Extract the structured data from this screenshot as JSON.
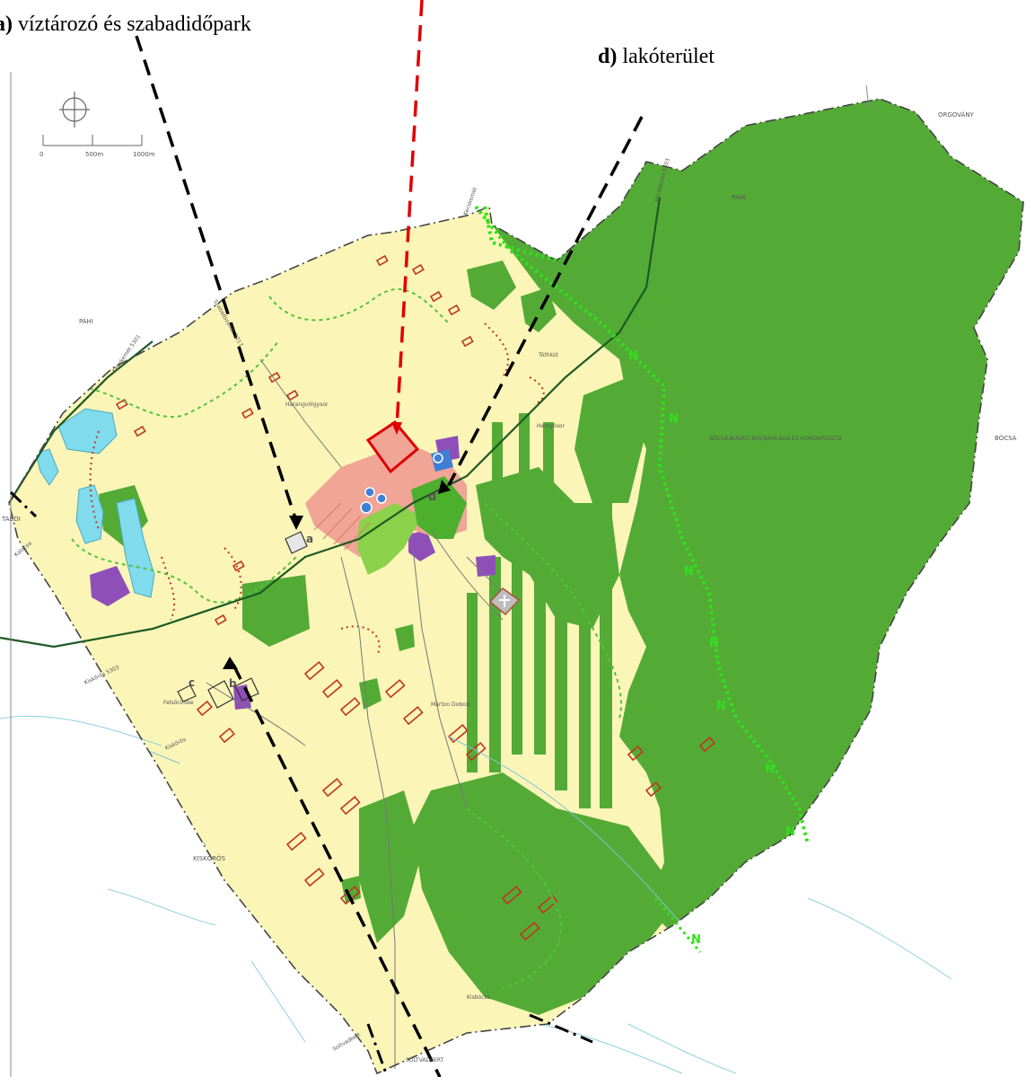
{
  "callouts": {
    "a": {
      "letter": "a)",
      "text": " víztározó és szabadidőpark"
    },
    "d": {
      "letter": "d)",
      "text": " lakóterület"
    }
  },
  "scale_bar": {
    "ticks": [
      "0",
      "500m",
      "1000m"
    ]
  },
  "neighbours": {
    "orgovany": "ORGOVÁNY",
    "pahi_ne": "PÁHI",
    "pahi_w": "PÁHI",
    "bocsa": "BÓCSA",
    "kiskoros": "KISKŐRÖS",
    "soltvadkert": "SOLTVADKERT",
    "tabdi": "TABDI"
  },
  "places": {
    "tothkut": "Tóthkút",
    "kerekbokor": "Harangvölgysor",
    "hemusor": "Hernyósor",
    "martondobozi": "Márton Dobozi",
    "felsocimbe": "Felsőcimbe",
    "kisbocsa": "Kisbócsa",
    "protected_area": "BÓCSA-BUGACI BUCKAVILÁGA ÉS HOMOKPUSZTA"
  },
  "roads": {
    "kecskemet_ne": "Kecskemét 5303",
    "kecskemet_nw": "Kecskemét 5301",
    "kecskemet_n": "Kecskemét",
    "szabadszallas": "Szabadszállás 5217",
    "kiskoros_5303": "Kiskőrös 5303",
    "kiskoros_sw": "Kiskőrös",
    "kalocsa": "Kalocsa",
    "soltvadkert": "Soltvadkert"
  },
  "markers": {
    "a": "a",
    "b": "b",
    "c": "c",
    "d": "d",
    "n": "N"
  },
  "colors": {
    "residential_yellow": "#fbf5b8",
    "forest_green": "#53ab36",
    "light_green": "#8bd14a",
    "town_salmon": "#f0a596",
    "water_blue": "#80dbec",
    "purple": "#8f4fb8",
    "red_dash": "#e00000",
    "natura_dot": "#31e01b"
  }
}
